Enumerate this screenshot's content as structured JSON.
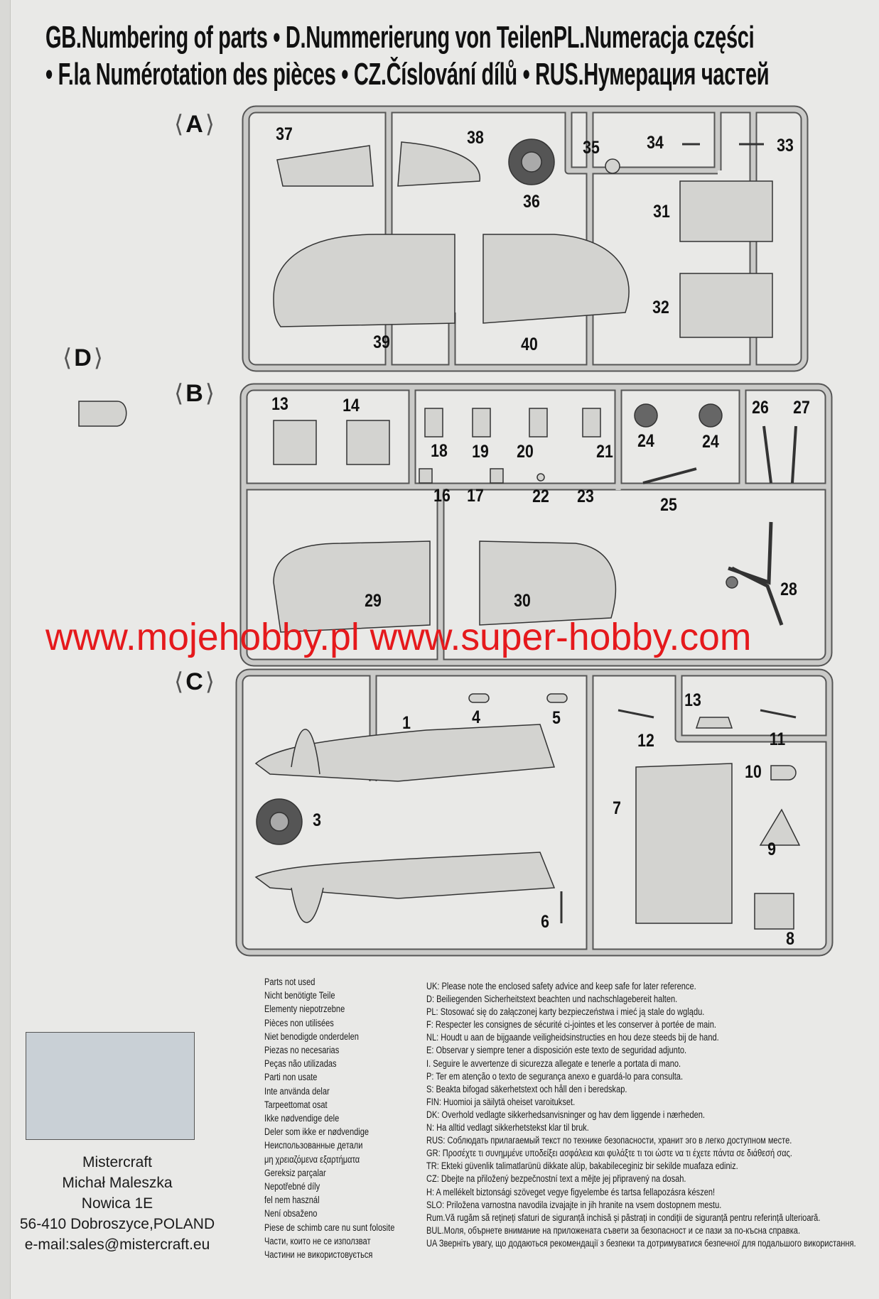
{
  "title": {
    "line1": "GB.Numbering of parts • D.Nummerierung von TeilenPL.Numeracja części",
    "line2": "• F.la Numérotation des pièces • CZ.Číslování dílů • RUS.Нумерация частей"
  },
  "sprues": {
    "A": {
      "label": "A",
      "parts": [
        "37",
        "38",
        "35",
        "34",
        "33",
        "36",
        "31",
        "32",
        "39",
        "40"
      ]
    },
    "D": {
      "label": "D"
    },
    "B": {
      "label": "B",
      "parts": [
        "13",
        "14",
        "18",
        "19",
        "20",
        "21",
        "24",
        "24",
        "26",
        "27",
        "16",
        "17",
        "22",
        "23",
        "25",
        "28",
        "29",
        "30"
      ]
    },
    "C": {
      "label": "C",
      "parts": [
        "1",
        "4",
        "5",
        "13",
        "12",
        "11",
        "10",
        "7",
        "3",
        "9",
        "6",
        "8"
      ]
    }
  },
  "watermark": "www.mojehobby.pl www.super-hobby.com",
  "address": [
    "Mistercraft",
    "Michał  Maleszka",
    "Nowica 1E",
    "56-410 Dobroszyce,POLAND",
    "e-mail:sales@mistercraft.eu"
  ],
  "parts_not_used": [
    "Parts not used",
    "Nicht benötigte Teile",
    "Elementy niepotrzebne",
    "Pièces non utilisées",
    "Niet benodigde onderdelen",
    "Piezas no necesarias",
    "Peças não utilizadas",
    "Parti non usate",
    "Inte använda delar",
    "Tarpeettomat osat",
    "Ikke nødvendige dele",
    "Deler som ikke er nødvendige",
    "Неиспользованные детали",
    "μη χρειαζόμενα εξαρτήματα",
    "Gereksiz parçalar",
    "Nepotřebné díly",
    "fel nem használ",
    "Není obsaženo",
    "Piese de schimb care nu sunt folosite",
    "Части, които не се използват",
    "Частини не використовується"
  ],
  "safety_notes": [
    "UK: Please note the enclosed safety advice and keep safe for later reference.",
    "D: Beiliegenden Sicherheitstext beachten und nachschlagebereit halten.",
    "PL: Stosować się do załączonej karty bezpieczeństwa i mieć ją stale do wglądu.",
    "F: Respecter les consignes de sécurité ci-jointes et les conserver à portée de main.",
    "NL: Houdt u aan de bijgaande veiligheidsinstructies en hou deze steeds bij de hand.",
    "E: Observar y siempre tener a disposición este texto de seguridad adjunto.",
    "I. Seguire le avvertenze di sicurezza allegate e tenerle a portata di mano.",
    "P: Ter em atenção o texto de segurança anexo e guardá-lo para consulta.",
    "S: Beakta bifogad säkerhetstext och håll den i beredskap.",
    "FIN: Huomioi ja säilytä oheiset varoitukset.",
    "DK: Overhold vedlagte sikkerhedsanvisninger og hav dem liggende i nærheden.",
    "N: Ha alltid vedlagt sikkerhetstekst klar til bruk.",
    "RUS: Соблюдать прилагаемый текст по технике безопасности, хранит эго в легко доступном месте.",
    "GR: Προσέχτε τι συνημμένε υποδείξει ασφάλεια και φυλάξτε τι τοι ώστε να τι έχετε πάντα σε διάθεσή σας.",
    "TR: Ekteki  güvenlik talimatlarünü dikkate alüp, bakabileceginiz bir sekilde muafaza ediniz.",
    "CZ: Dbejte na přiložený bezpečnostní text a mějte jej připravený na dosah.",
    "H: A mellékelt biztonsági szöveget vegye figyelembe és tartsa fellapozásra készen!",
    "SLO: Priložena varnostna navodila izvajajte in jih hranite na vsem dostopnem mestu.",
    "Rum.Vă rugăm să rețineți sfaturi de siguranță inchisă și păstrați in condiții de siguranță pentru referință ulterioară.",
    "BUL.Моля, обърнете внимание на приложената съвети за безопасност и се пази за по-късна справка.",
    "UA Зверніть увагу, що додаються рекомендації з безпеки та дотримуватися безпечної для подальшого використання."
  ],
  "colors": {
    "paper": "#e9e9e7",
    "sprue": "#c9c9c7",
    "watermark": "#e5191c",
    "box": "#c9d0d6"
  }
}
